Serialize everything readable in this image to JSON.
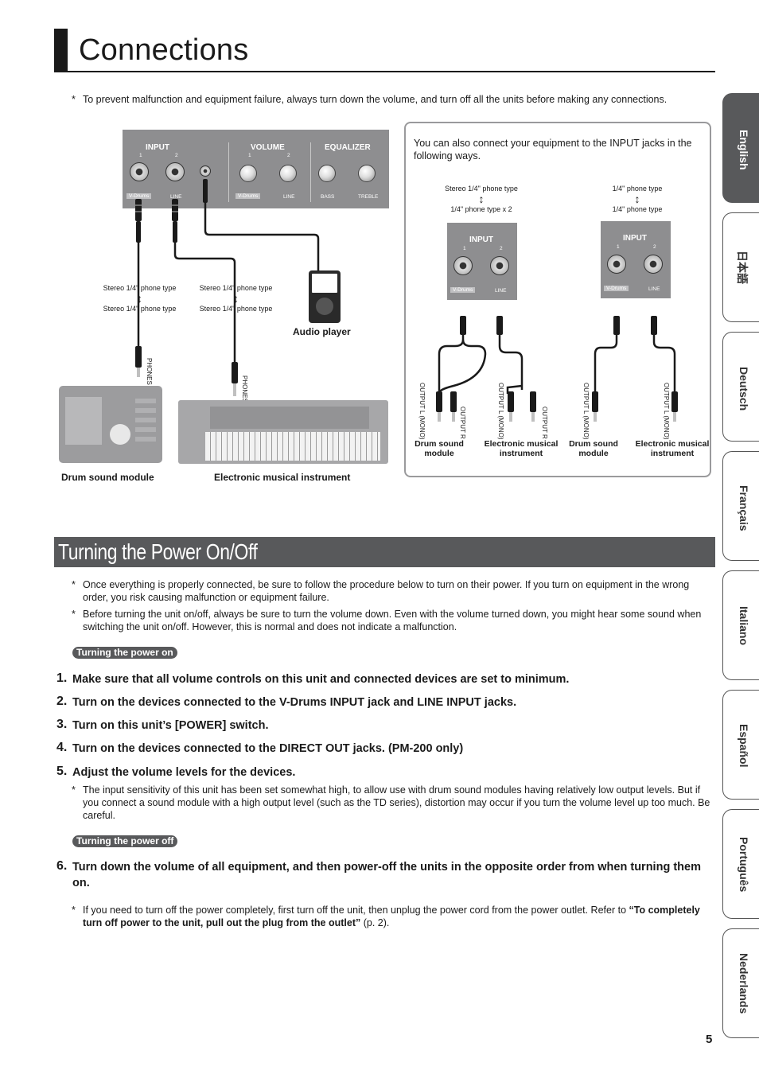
{
  "header": {
    "title": "Connections",
    "note": "To prevent malfunction and equipment failure, always turn down the volume, and turn off all the units before making any connections."
  },
  "diagram": {
    "panel": {
      "input_label": "INPUT",
      "volume_label": "VOLUME",
      "equalizer_label": "EQUALIZER",
      "num1": "1",
      "num2": "2",
      "vdrums": "V-Drums",
      "line": "LINE",
      "bass": "BASS",
      "treble": "TREBLE"
    },
    "cable_left": {
      "top": "Stereo 1/4\" phone type",
      "arrow": "↕",
      "bottom": "Stereo 1/4\" phone type"
    },
    "cable_right": {
      "top": "Stereo 1/4\" phone type",
      "arrow": "↕",
      "bottom": "Stereo 1/4\" phone type"
    },
    "phones_left": "PHONES",
    "phones_right": "PHONES",
    "audio_player": "Audio player",
    "drum_module": "Drum sound module",
    "instrument": "Electronic musical instrument"
  },
  "callout": {
    "text": "You can also connect your equipment to the INPUT jacks in the following ways.",
    "left": {
      "cable_top": "Stereo 1/4\" phone type",
      "arrow": "↕",
      "cable_bottom": "1/4\" phone type x 2",
      "input": "INPUT",
      "num1": "1",
      "num2": "2",
      "vdrums": "V-Drums",
      "line": "LINE",
      "out_a": "OUTPUT L (MONO)",
      "out_b": "OUTPUT R",
      "out_c": "OUTPUT L (MONO)",
      "out_d": "OUTPUT R",
      "device_a": "Drum sound module",
      "device_b": "Electronic musical instrument"
    },
    "right": {
      "cable_top": "1/4\" phone type",
      "arrow": "↕",
      "cable_bottom": "1/4\" phone type",
      "input": "INPUT",
      "num1": "1",
      "num2": "2",
      "vdrums": "V-Drums",
      "line": "LINE",
      "out_a": "OUTPUT L (MONO)",
      "out_b": "OUTPUT L (MONO)",
      "device_a": "Drum sound module",
      "device_b": "Electronic musical instrument"
    }
  },
  "power": {
    "title": "Turning the Power On/Off",
    "note1": "Once everything is properly connected, be sure to follow the procedure below to turn on their power. If you turn on equipment in the wrong order, you risk causing malfunction or equipment failure.",
    "note2": "Before turning the unit on/off, always be sure to turn the volume down. Even with the volume turned down, you might hear some sound when switching the unit on/off. However, this is normal and does not indicate a malfunction.",
    "on_label": "Turning the power on",
    "steps": [
      {
        "num": "1.",
        "text": "Make sure that all volume controls on this unit and connected devices are set to minimum."
      },
      {
        "num": "2.",
        "text": "Turn on the devices connected to the V-Drums INPUT jack and LINE INPUT jacks."
      },
      {
        "num": "3.",
        "text": "Turn on this unit’s [POWER] switch."
      },
      {
        "num": "4.",
        "text": "Turn on the devices connected to the DIRECT OUT jacks. (PM-200 only)"
      },
      {
        "num": "5.",
        "text": "Adjust the volume levels for the devices."
      }
    ],
    "step5_note": "The input sensitivity of this unit has been set somewhat high, to allow use with drum sound modules having relatively low output levels. But if you connect a sound module with a high output level (such as the TD series), distortion may occur if you turn the volume level up too much. Be careful.",
    "off_label": "Turning the power off",
    "step6": {
      "num": "6.",
      "text": "Turn down the volume of all equipment, and then power-off the units in the opposite order from when turning them on."
    },
    "final_note_prefix": "If you need to turn off the power completely, first turn off the unit, then unplug the power cord from the power outlet. Refer to ",
    "final_note_bold": "“To completely turn off power to the unit, pull out the plug from the outlet”",
    "final_note_suffix": " (p. 2)."
  },
  "tabs": [
    "English",
    "日本語",
    "Deutsch",
    "Français",
    "Italiano",
    "Español",
    "Português",
    "Nederlands"
  ],
  "page_number": "5",
  "colors": {
    "dark": "#58595b",
    "panel": "#8e8e90",
    "text": "#1a1a1a"
  }
}
